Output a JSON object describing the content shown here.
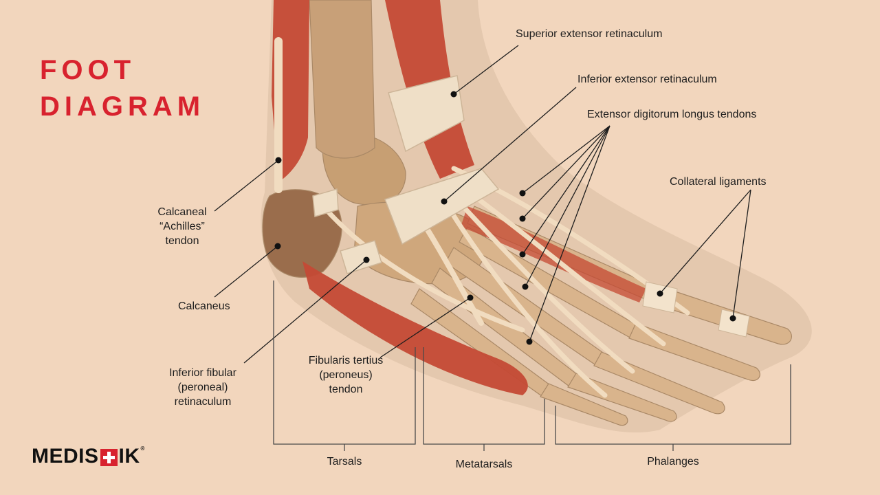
{
  "title": {
    "line1": "FOOT",
    "line2": "DIAGRAM"
  },
  "labels": {
    "superior_extensor_retinaculum": "Superior extensor retinaculum",
    "inferior_extensor_retinaculum": "Inferior extensor retinaculum",
    "extensor_digitorum_longus_tendons": "Extensor digitorum longus tendons",
    "collateral_ligaments": "Collateral ligaments",
    "calcaneal_achilles_tendon": [
      "Calcaneal",
      "“Achilles”",
      "tendon"
    ],
    "calcaneus": "Calcaneus",
    "inferior_fibular_retinaculum": [
      "Inferior fibular",
      "(peroneal)",
      "retinaculum"
    ],
    "fibularis_tertius_tendon": [
      "Fibularis tertius",
      "(peroneus)",
      "tendon"
    ]
  },
  "bone_groups": {
    "tarsals": "Tarsals",
    "metatarsals": "Metatarsals",
    "phalanges": "Phalanges"
  },
  "logo": {
    "prefix": "MEDIS",
    "suffix": "IK",
    "mark": "®",
    "accent": "#d8222e"
  },
  "colors": {
    "background": "#f2d6bd",
    "title": "#d8222e",
    "muscle": "#c54a35",
    "bone": "#e9c9a0",
    "tendon": "#f1dcc0"
  }
}
